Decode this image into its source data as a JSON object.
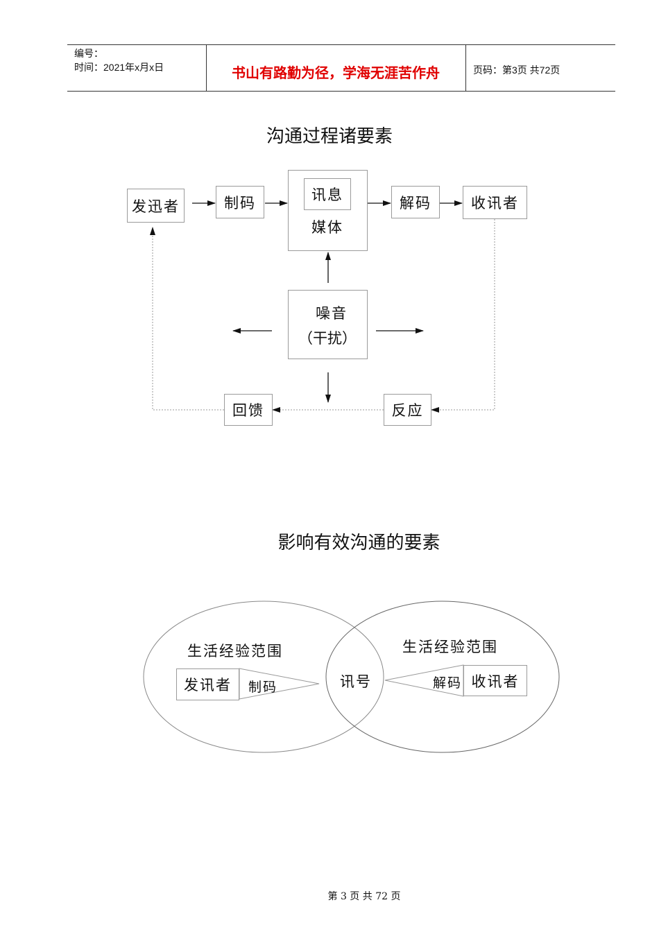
{
  "header": {
    "number_label": "编号：",
    "time_label": "时间：2021年x月x日",
    "motto": "书山有路勤为径，学海无涯苦作舟",
    "page_info": "页码：第3页  共72页",
    "motto_color": "#e00000"
  },
  "diagram1": {
    "title": "沟通过程诸要素",
    "sender": "发迅者",
    "encode": "制码",
    "message": "讯息",
    "medium": "媒体",
    "decode": "解码",
    "receiver": "收讯者",
    "noise": "噪音",
    "interference": "（干扰）",
    "feedback": "回馈",
    "response": "反应"
  },
  "diagram2": {
    "title": "影响有效沟通的要素",
    "left_field": "生活经验范围",
    "right_field": "生活经验范围",
    "sender": "发讯者",
    "encode": "制码",
    "signal": "讯号",
    "decode": "解码",
    "receiver": "收讯者"
  },
  "footer": {
    "page_text": "第 3 页 共 72 页"
  }
}
